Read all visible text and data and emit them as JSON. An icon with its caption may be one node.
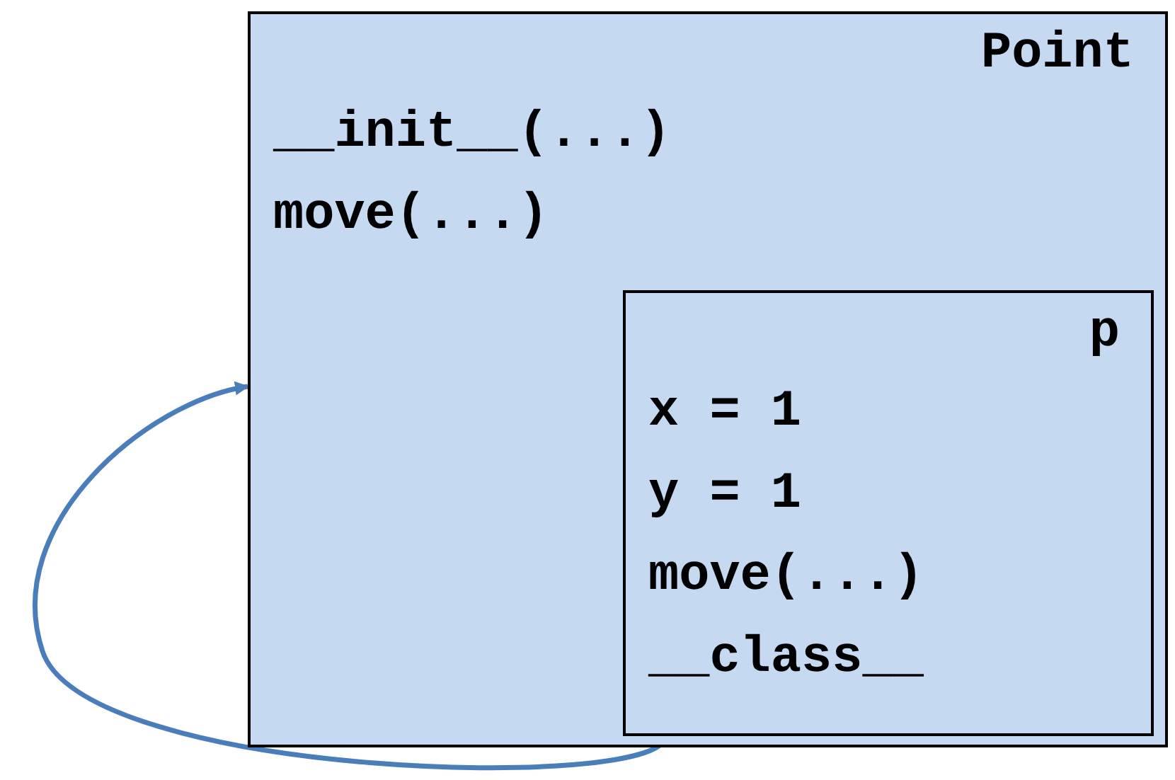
{
  "diagram": {
    "nodes": [
      {
        "text": [
          "Point",
          "__init__(...)",
          "move(...)"
        ]
      },
      {
        "text": [
          "p",
          "x = 1",
          "y = 1",
          "move(...)",
          "__class__"
        ],
        "in": 0
      }
    ],
    "edges": [
      {
        "from": 1,
        "to": 0,
        "arrow": "to"
      }
    ]
  }
}
